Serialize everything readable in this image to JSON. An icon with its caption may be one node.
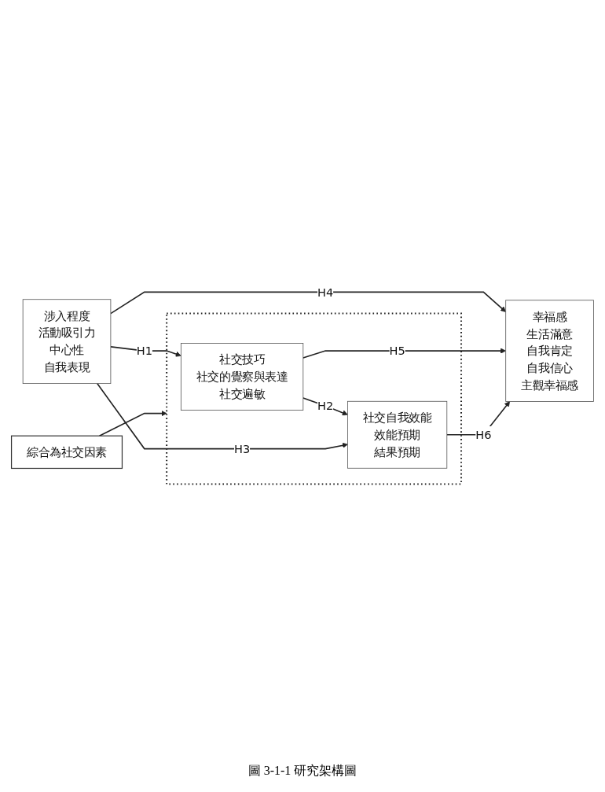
{
  "diagram": {
    "caption": "圖 3-1-1 研究架構圖",
    "nodes": [
      {
        "text": [
          "綜合為社交因素"
        ]
      },
      {
        "text": [],
        "shape": "box"
      },
      {
        "text": [
          "社交技巧",
          "社交的覺察與表達",
          "社交遍敏"
        ],
        "in": 1
      },
      {
        "text": [
          "社交自我效能",
          "效能預期",
          "結果預期"
        ],
        "in": 1
      },
      {
        "text": [
          "涉入程度",
          "活動吸引力",
          "中心性",
          "自我表現"
        ]
      },
      {
        "text": [
          "幸福感",
          "生活滿意",
          "自我肯定",
          "自我信心",
          "主觀幸福感"
        ]
      }
    ],
    "edges": [
      {
        "from": 0,
        "to": 1,
        "arrow": "to"
      },
      {
        "from": 4,
        "to": 2,
        "arrow": "to",
        "label": "H1"
      },
      {
        "from": 2,
        "to": 3,
        "arrow": "to",
        "label": "H2"
      },
      {
        "from": 4,
        "to": 3,
        "arrow": "to",
        "label": "H3"
      },
      {
        "from": 4,
        "to": 5,
        "arrow": "to",
        "label": "H4"
      },
      {
        "from": 2,
        "to": 5,
        "arrow": "to",
        "label": "H5"
      },
      {
        "from": 3,
        "to": 5,
        "arrow": "to",
        "label": "H6"
      }
    ]
  }
}
